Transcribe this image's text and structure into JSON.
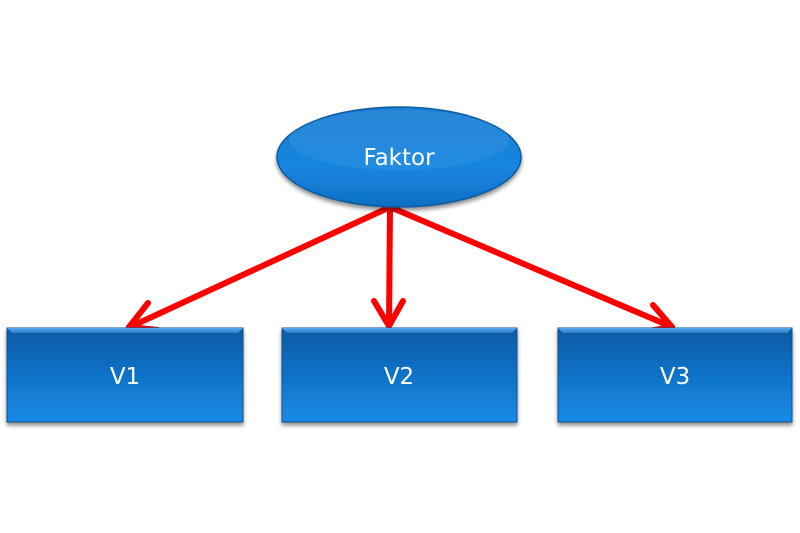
{
  "diagram": {
    "type": "factor-model",
    "factor": {
      "label": "Faktor",
      "shape": "ellipse"
    },
    "variables": [
      {
        "id": "v1",
        "label": "V1"
      },
      {
        "id": "v2",
        "label": "V2"
      },
      {
        "id": "v3",
        "label": "V3"
      }
    ],
    "edges": [
      {
        "from": "factor",
        "to": "v1",
        "directed": true
      },
      {
        "from": "factor",
        "to": "v2",
        "directed": true
      },
      {
        "from": "factor",
        "to": "v3",
        "directed": true
      }
    ]
  },
  "colors": {
    "node_fill_top": "#0a5ea8",
    "node_fill_bottom": "#1a8ae8",
    "node_border": "#0b4f8f",
    "arrow": "#ff0000",
    "label": "#ffffff"
  }
}
